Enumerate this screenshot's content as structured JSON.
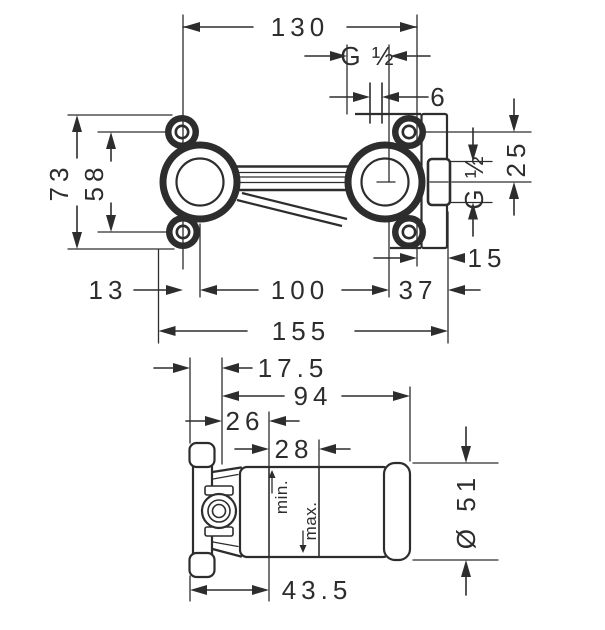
{
  "colors": {
    "line": "#2d2d2d",
    "background": "#ffffff"
  },
  "front_view": {
    "dim_130": "130",
    "dim_g_half_top": "G ½",
    "dim_6": "6",
    "dim_73": "73",
    "dim_58": "58",
    "dim_g_half_side": "G ½",
    "dim_25": "25",
    "dim_15": "15",
    "dim_13": "13",
    "dim_100": "100",
    "dim_37": "37",
    "dim_155": "155"
  },
  "side_view": {
    "dim_17_5": "17.5",
    "dim_94": "94",
    "dim_26": "26",
    "dim_28": "28",
    "label_min": "min.",
    "label_max": "max.",
    "dim_43_5": "43.5",
    "dim_dia_51": "Ø 51"
  }
}
